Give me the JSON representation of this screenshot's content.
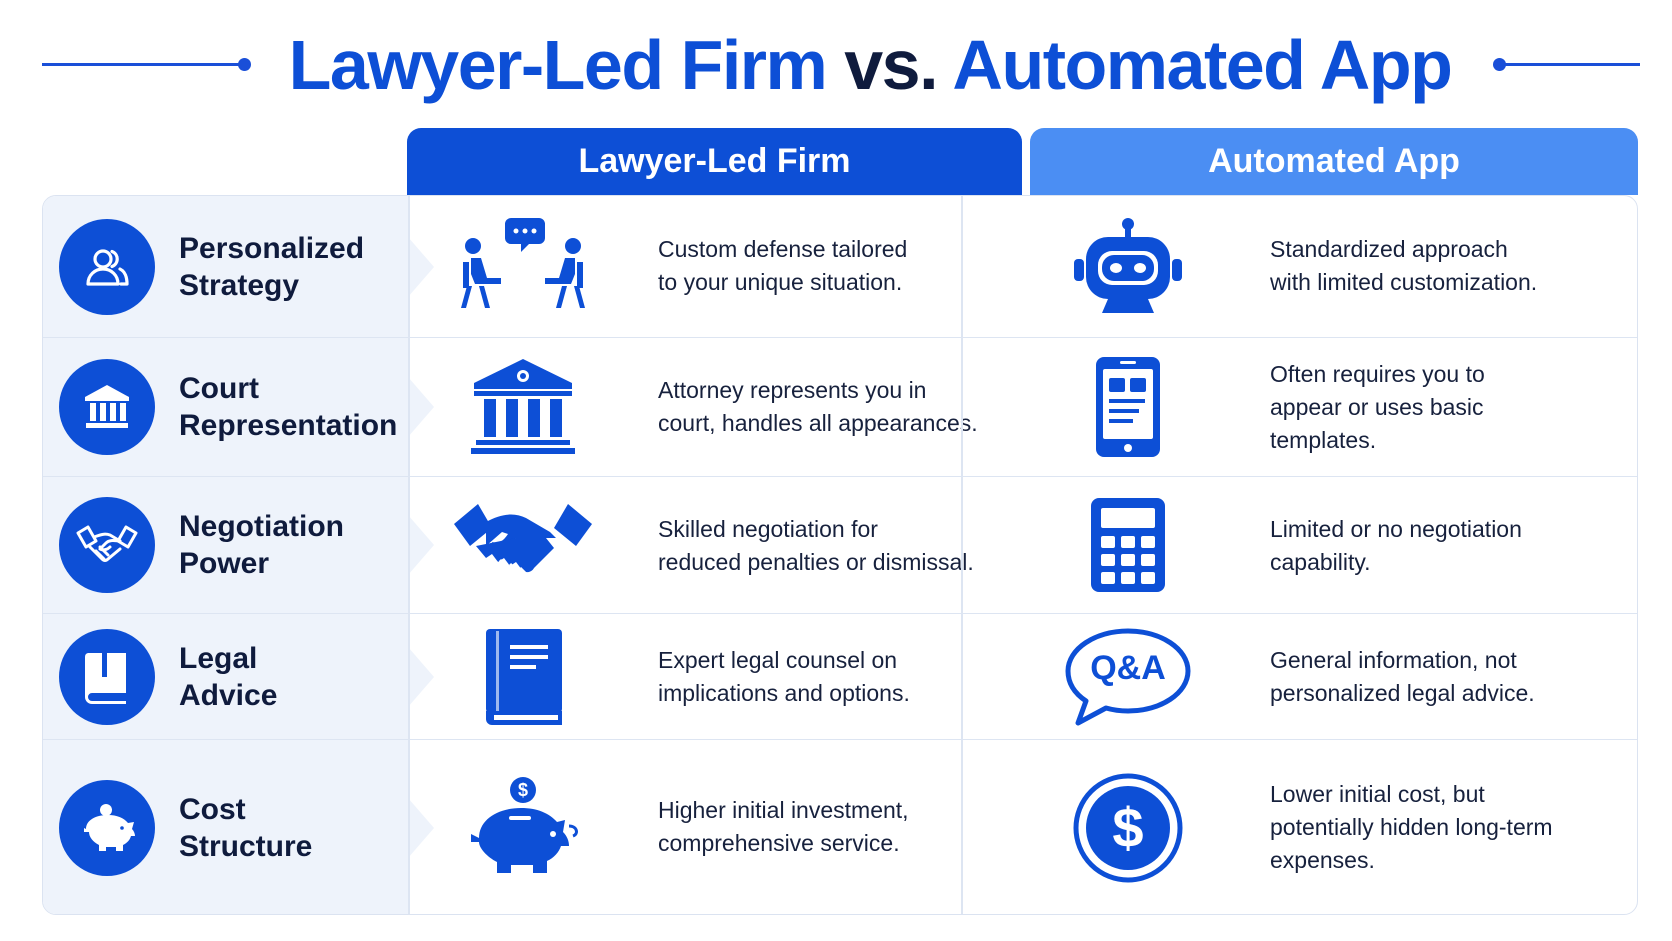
{
  "title": {
    "part1": "Lawyer-Led Firm",
    "vs": "vs.",
    "part2": "Automated App"
  },
  "columns": {
    "firm": "Lawyer-Led Firm",
    "app": "Automated App"
  },
  "colors": {
    "primary": "#0d4fd6",
    "secondary": "#4b8ef3",
    "label_bg": "#eef3fb",
    "text": "#0f1b3d"
  },
  "rows": [
    {
      "label_line1": "Personalized",
      "label_line2": "Strategy",
      "label_icon": "people-icon",
      "firm_icon": "consultation-icon",
      "firm_text": "Custom defense tailored\nto your unique situation.",
      "app_icon": "robot-icon",
      "app_text": "Standardized approach\nwith limited customization."
    },
    {
      "label_line1": "Court",
      "label_line2": "Representation",
      "label_icon": "courthouse-icon",
      "firm_icon": "courthouse-icon",
      "firm_text": "Attorney represents you in\ncourt, handles all appearances.",
      "app_icon": "smartphone-icon",
      "app_text": "Often requires you to\nappear or uses basic\ntemplates."
    },
    {
      "label_line1": "Negotiation",
      "label_line2": "Power",
      "label_icon": "handshake-icon",
      "firm_icon": "handshake-icon",
      "firm_text": "Skilled negotiation for\nreduced penalties or dismissal.",
      "app_icon": "calculator-icon",
      "app_text": "Limited or no negotiation\ncapability."
    },
    {
      "label_line1": "Legal",
      "label_line2": "Advice",
      "label_icon": "book-icon",
      "firm_icon": "book-icon",
      "firm_text": "Expert legal counsel on\nimplications and options.",
      "app_icon": "qa-bubble-icon",
      "app_icon_text": "Q&A",
      "app_text": "General information, not\npersonalized legal advice."
    },
    {
      "label_line1": "Cost",
      "label_line2": "Structure",
      "label_icon": "piggy-bank-icon",
      "firm_icon": "piggy-bank-icon",
      "firm_icon_text": "$",
      "firm_text": "Higher initial investment,\ncomprehensive service.",
      "app_icon": "dollar-coin-icon",
      "app_icon_text": "$",
      "app_text": "Lower initial cost, but\npotentially hidden long-term\nexpenses."
    }
  ]
}
